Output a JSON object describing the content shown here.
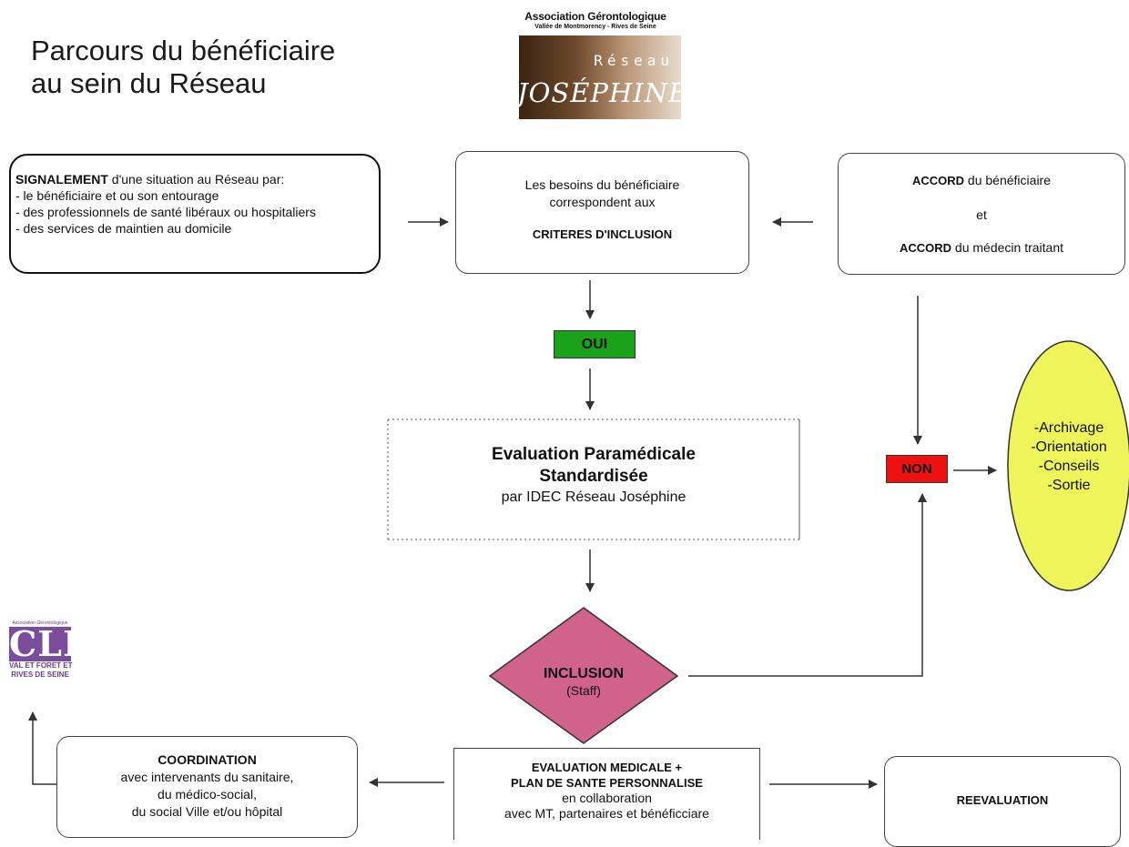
{
  "header": {
    "title_line1": "Parcours du bénéficiaire",
    "title_line2": "au sein du Réseau"
  },
  "logo": {
    "assoc_line1": "Association Gérontologique",
    "assoc_line2": "Vallée de Montmorency - Rives de Seine",
    "reseau": "Réseau",
    "josephine": "JOSÉPHINE"
  },
  "clic_logo": {
    "top": "Association Gérontologique",
    "main": "CLIC",
    "bottom1": "VAL ET FORET ET",
    "bottom2": "RIVES DE SEINE"
  },
  "signalement": {
    "bold": "SIGNALEMENT",
    "rest": " d'une situation au Réseau par:",
    "lines": [
      "- le bénéficiaire et ou son entourage",
      "- des professionnels de santé libéraux ou hospitaliers",
      "- des services de maintien au domicile"
    ]
  },
  "besoins": {
    "line1": "Les besoins du bénéficiaire",
    "line2": "correspondent aux",
    "line3": "CRITERES D'INCLUSION"
  },
  "accord": {
    "bold1": "ACCORD",
    "rest1": " du bénéficiaire",
    "et": "et",
    "bold2": "ACCORD",
    "rest2": " du médecin traitant"
  },
  "oui": {
    "label": "OUI",
    "color": "#1aa31a"
  },
  "non": {
    "label": "NON",
    "color": "#ee1111"
  },
  "evaluation": {
    "line1": "Evaluation Paramédicale",
    "line2": "Standardisée",
    "line3": "par IDEC Réseau Joséphine"
  },
  "exit": {
    "items": [
      "-Archivage",
      "-Orientation",
      "-Conseils",
      "-Sortie"
    ],
    "color": "#eef55a"
  },
  "inclusion": {
    "label": "INCLUSION",
    "sub": "(Staff)",
    "color": "#d1628a"
  },
  "coordination": {
    "title": "COORDINATION",
    "line1": "avec intervenants du sanitaire,",
    "line2": "du médico-social,",
    "line3": "du social Ville et/ou hôpital"
  },
  "eval_medicale": {
    "line1": "EVALUATION MEDICALE +",
    "line2": "PLAN DE SANTE PERSONNALISE",
    "line3": "en collaboration",
    "line4": "avec MT,  partenaires et bénéficciare"
  },
  "reevaluation": {
    "label": "REEVALUATION"
  }
}
